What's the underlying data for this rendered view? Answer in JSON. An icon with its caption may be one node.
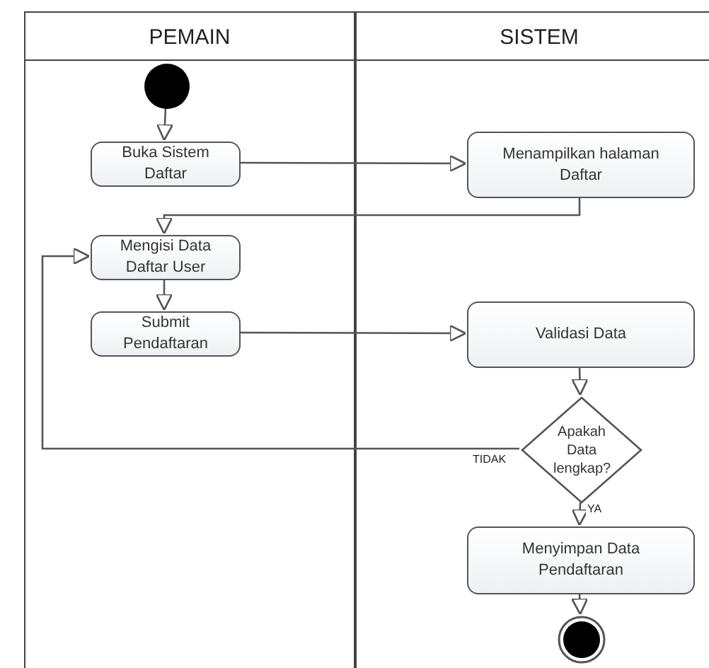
{
  "diagram": {
    "nodes": [
      {
        "text": [
          "PEMAIN"
        ]
      },
      {
        "text": [
          "SISTEM"
        ]
      },
      {
        "text": [],
        "shape": "circle",
        "in": 0
      },
      {
        "text": [
          "Buka Sistem Daftar"
        ],
        "in": 0
      },
      {
        "text": [
          "Menampilkan halaman Daftar"
        ],
        "in": 1
      },
      {
        "text": [
          "Mengisi Data Daftar User"
        ],
        "in": 0
      },
      {
        "text": [
          "Submit Pendaftaran"
        ],
        "in": 0
      },
      {
        "text": [
          "Validasi Data"
        ],
        "in": 1
      },
      {
        "text": [
          "Apakah Data lengkap?"
        ],
        "in": 1
      },
      {
        "text": [
          "Menyimpan Data Pendaftaran"
        ],
        "in": 1
      },
      {
        "text": [],
        "shape": "bullseye",
        "in": 1
      }
    ],
    "edges": [
      {
        "from": 2,
        "to": 3,
        "arrow": "to"
      },
      {
        "from": 3,
        "to": 4,
        "arrow": "to"
      },
      {
        "from": 4,
        "to": 5,
        "arrow": "to"
      },
      {
        "from": 5,
        "to": 6,
        "arrow": "to"
      },
      {
        "from": 6,
        "to": 7,
        "arrow": "to"
      },
      {
        "from": 7,
        "to": 8,
        "arrow": "to"
      },
      {
        "from": 8,
        "to": 5,
        "arrow": "to",
        "label": "TIDAK"
      },
      {
        "from": 8,
        "to": 9,
        "arrow": "to",
        "label": "YA"
      },
      {
        "from": 9,
        "to": 10,
        "arrow": "to"
      }
    ]
  }
}
